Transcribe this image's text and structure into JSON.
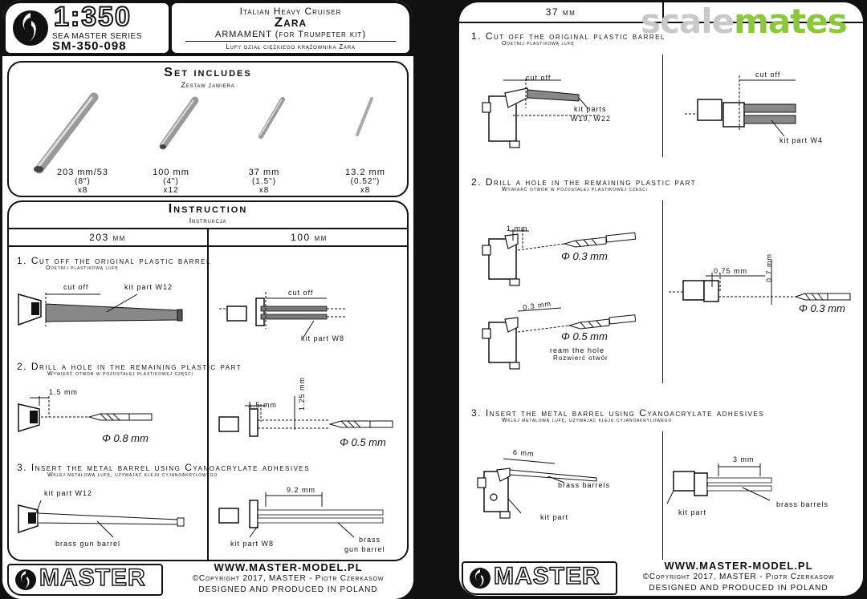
{
  "header": {
    "scale": "1:350",
    "series": "SEA MASTER SERIES",
    "code": "SM-350-098",
    "title1": "Italian Heavy Cruiser",
    "title2": "Zara",
    "title3": "ARMAMENT (for Trumpeter kit)",
    "title_pl": "Lufy dział ciężkiego krążownika Zara"
  },
  "set": {
    "heading": "Set includes",
    "heading_pl": "Zestaw zawiera",
    "items": [
      {
        "size": "203 mm/53",
        "inch": "(8\")",
        "qty": "x8"
      },
      {
        "size": "100 mm",
        "inch": "(4\")",
        "qty": "x12"
      },
      {
        "size": "37 mm",
        "inch": "(1.5\")",
        "qty": "x8"
      },
      {
        "size": "13.2 mm",
        "inch": "(0.52\")",
        "qty": "x8"
      }
    ]
  },
  "instruction": {
    "heading": "Instruction",
    "heading_pl": "Instrukcja",
    "col_left": "203 mm",
    "col_right": "100 mm",
    "col_37": "37 mm"
  },
  "steps": {
    "s1": "1. Cut off the original plastic barrel",
    "s1_pl": "Odetnij plastikową lufę",
    "s2": "2. Drill a hole in the remaining plastic part",
    "s2_pl": "Wywierć otwór w pozostałej plastikowej części",
    "s2_pl_right": "Wywierć otwór w pozostałej plastikowej czesci",
    "s3": "3. Insert the metal barrel using Cyanoacrylate adhesives",
    "s3_pl": "Wklej metalową lufę, używając kleju cyjanoakrylowego"
  },
  "labels": {
    "cut_off": "cut off",
    "kit_part_w12": "kit part W12",
    "kit_part_w8": "kit part W8",
    "kit_parts": "kit parts",
    "kit_parts_nums": "W19, W22",
    "kit_part_w4": "kit part W4",
    "kit_part": "kit part",
    "d_1_5": "1.5 mm",
    "d_1_25": "1.25 mm",
    "d_9_2": "9.2 mm",
    "d_1": "1 mm",
    "d_0_3": "0.3 mm",
    "d_0_75": "0.75 mm",
    "d_0_7": "0.7 mm",
    "d_6": "6 mm",
    "d_3": "3 mm",
    "phi_08": "Φ 0.8 mm",
    "phi_05": "Φ 0.5 mm",
    "phi_03": "Φ 0.3 mm",
    "ream": "ream the hole",
    "ream_pl": "Rozwierć otwór",
    "brass_gun_barrel": "brass gun barrel",
    "brass": "brass",
    "gun_barrel": "gun barrel",
    "brass_barrels": "brass barrels"
  },
  "footer": {
    "brand": "MASTER",
    "url": "WWW.MASTER-MODEL.PL",
    "copyright": "©Copyright 2017, MASTER - Piotr Czerkasow",
    "made": "DESIGNED AND PRODUCED IN POLAND"
  },
  "watermark": {
    "part1": "scale",
    "part2": "mates",
    "color1": "#c9c9c9",
    "color2": "#8dc63f"
  }
}
